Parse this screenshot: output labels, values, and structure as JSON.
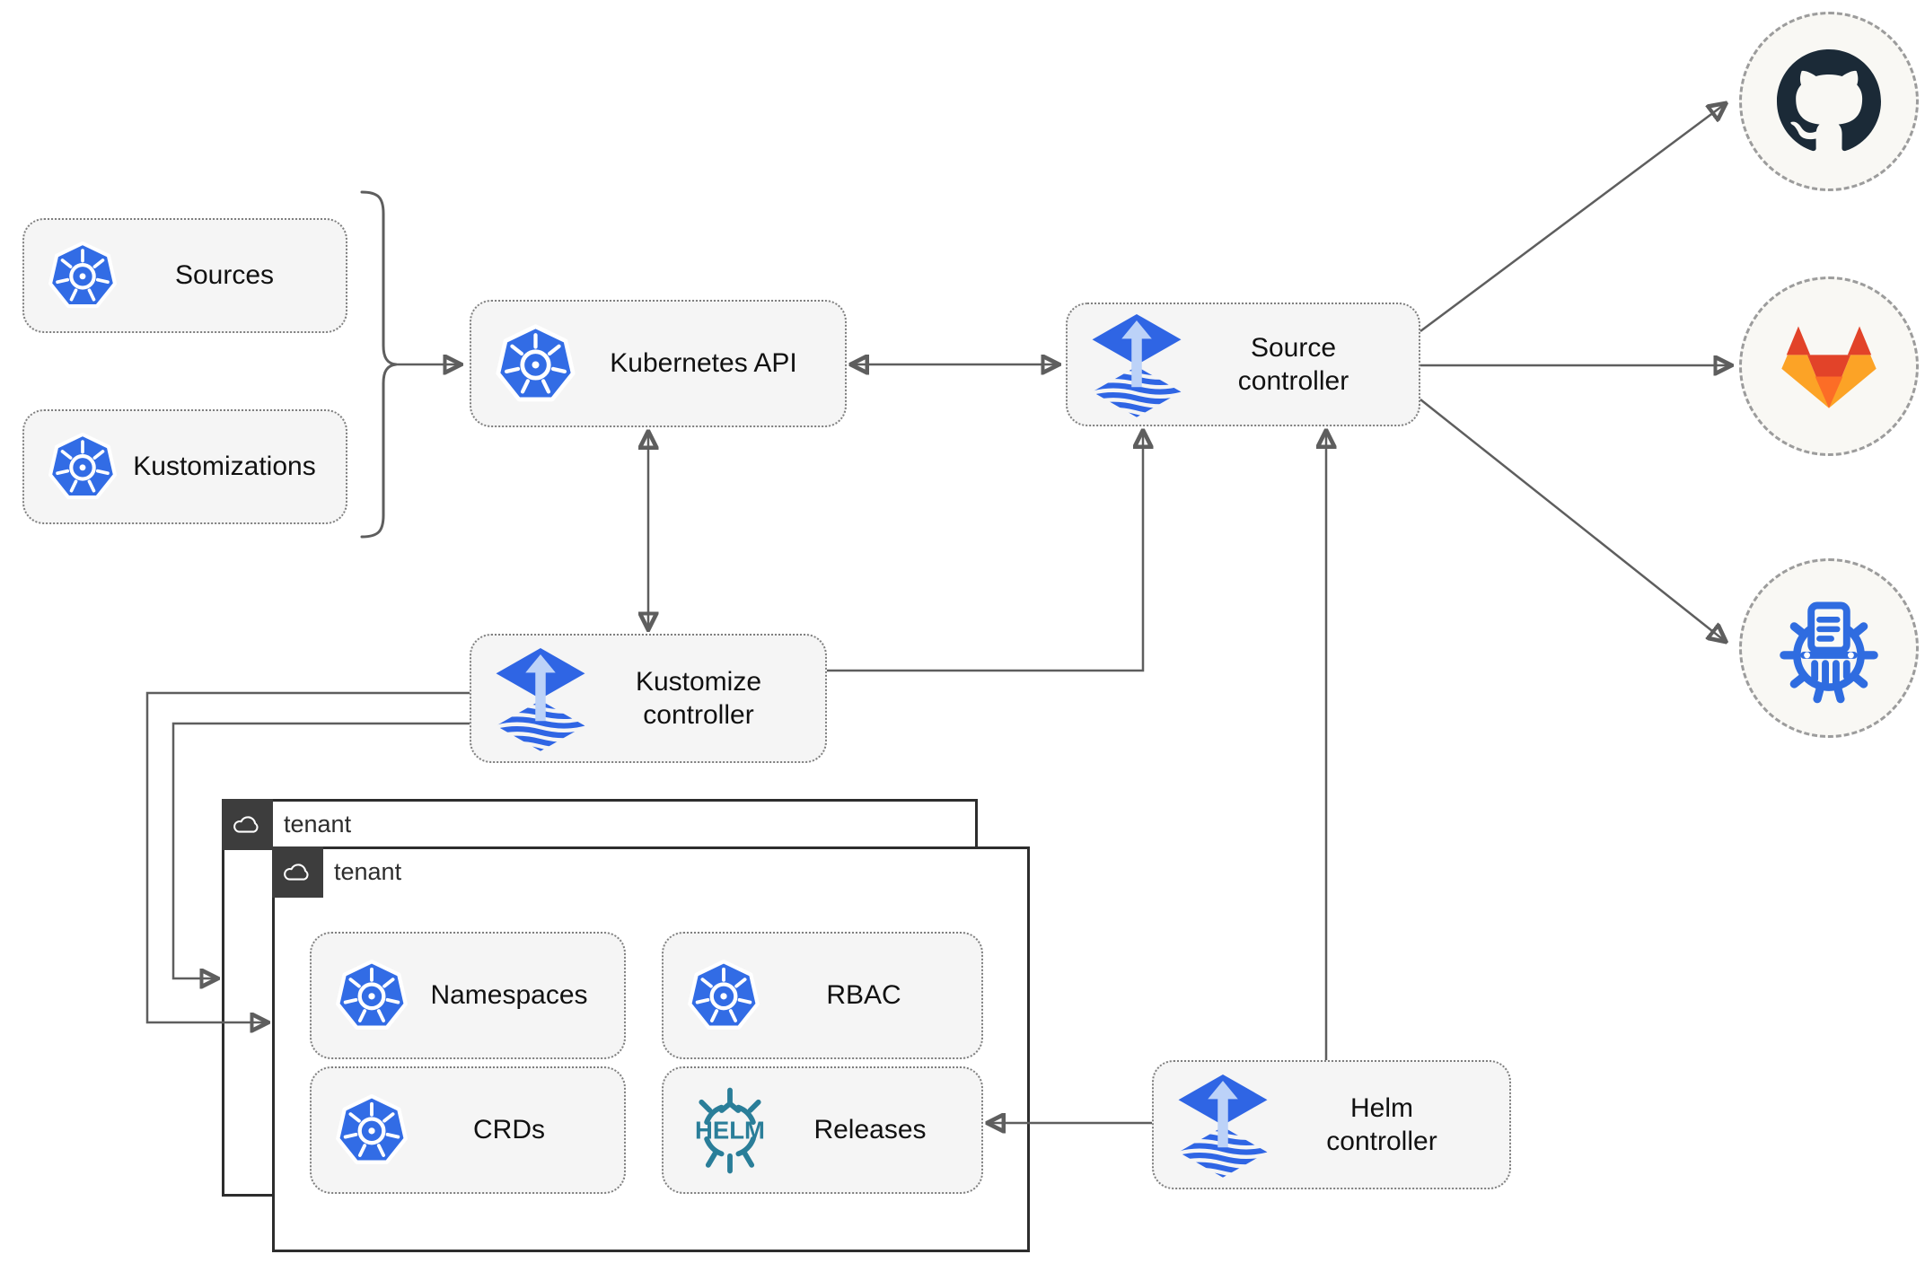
{
  "nodes": {
    "sources": {
      "label": "Sources",
      "icon": "kubernetes"
    },
    "kustomizations": {
      "label": "Kustomizations",
      "icon": "kubernetes"
    },
    "kubernetes_api": {
      "label": "Kubernetes API",
      "icon": "kubernetes"
    },
    "source_controller": {
      "label": "Source controller",
      "icon": "flux"
    },
    "kustomize_controller": {
      "label": "Kustomize controller",
      "icon": "flux"
    },
    "helm_controller": {
      "label": "Helm controller",
      "icon": "flux"
    },
    "namespaces": {
      "label": "Namespaces",
      "icon": "kubernetes"
    },
    "rbac": {
      "label": "RBAC",
      "icon": "kubernetes"
    },
    "crds": {
      "label": "CRDs",
      "icon": "kubernetes"
    },
    "releases": {
      "label": "Releases",
      "icon": "helm"
    }
  },
  "groups": {
    "tenant_back": {
      "label": "tenant",
      "icon": "cloud"
    },
    "tenant_front": {
      "label": "tenant",
      "icon": "cloud"
    }
  },
  "endpoints": {
    "github": {
      "icon": "github"
    },
    "gitlab": {
      "icon": "gitlab"
    },
    "chartmuseum": {
      "icon": "chartmuseum"
    }
  },
  "helm_logo_text": "HELM",
  "edges": [
    {
      "from": "sources/kustomizations bracket",
      "to": "kubernetes_api",
      "arrow": "one-way"
    },
    {
      "from": "kubernetes_api",
      "to": "source_controller",
      "arrow": "two-way"
    },
    {
      "from": "kubernetes_api",
      "to": "kustomize_controller",
      "arrow": "two-way"
    },
    {
      "from": "kustomize_controller",
      "to": "source_controller",
      "arrow": "one-way"
    },
    {
      "from": "helm_controller",
      "to": "source_controller",
      "arrow": "one-way"
    },
    {
      "from": "helm_controller",
      "to": "releases",
      "arrow": "one-way"
    },
    {
      "from": "kustomize_controller",
      "to": "tenant_front",
      "arrow": "one-way"
    },
    {
      "from": "kustomize_controller",
      "to": "tenant_back",
      "arrow": "one-way"
    },
    {
      "from": "source_controller",
      "to": "github",
      "arrow": "one-way"
    },
    {
      "from": "source_controller",
      "to": "gitlab",
      "arrow": "one-way"
    },
    {
      "from": "source_controller",
      "to": "chartmuseum",
      "arrow": "one-way"
    }
  ],
  "colors": {
    "node_fill": "#F5F5F5",
    "node_border": "#7F7F7F",
    "arrow_gray": "#5E5E5E",
    "kubernetes_blue": "#326CE5",
    "flux_blue": "#2F65E4",
    "flux_light_blue": "#BCD2F8",
    "helm_teal": "#2A7E99",
    "github_dark": "#1B2A37",
    "gitlab_red_orange": "#E24329",
    "gitlab_orange": "#FC6D26",
    "gitlab_light_orange": "#FCA326",
    "chartmuseum_blue": "#2F6CE0",
    "tenant_badge_bg": "#3D3D3D",
    "tenant_border": "#2D2D2D",
    "circle_fill": "#F9F8F4"
  }
}
